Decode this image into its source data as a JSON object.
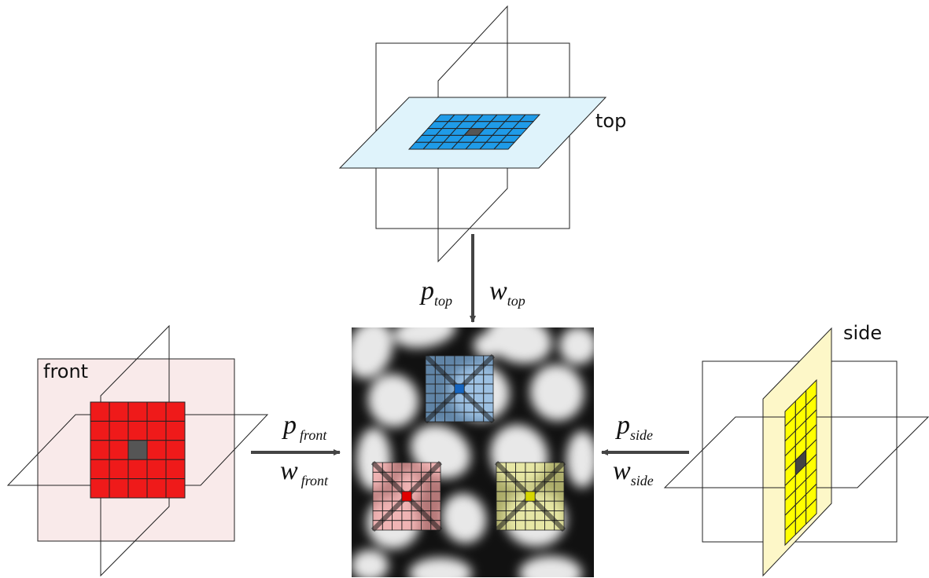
{
  "views": {
    "top": {
      "label": "top",
      "grid_color": "#1f9be8",
      "plane_color": "#dff3fb",
      "center_color": "#555555"
    },
    "front": {
      "label": "front",
      "grid_color": "#ef1a1a",
      "plane_color": "#f9eaea",
      "center_color": "#555555"
    },
    "side": {
      "label": "side",
      "grid_color": "#ffff00",
      "plane_color": "#fdf7c8",
      "center_color": "#444444"
    }
  },
  "inputs": {
    "top": {
      "p": "p",
      "p_sub": "top",
      "w": "w",
      "w_sub": "top"
    },
    "front": {
      "p": "p",
      "p_sub": "front",
      "w": "w",
      "w_sub": "front"
    },
    "side": {
      "p": "p",
      "p_sub": "side",
      "w": "w",
      "w_sub": "side"
    }
  },
  "patches": {
    "top": {
      "tint": "#7fb2e0",
      "center": "#1565c0"
    },
    "front": {
      "tint": "#f3a0a0",
      "center": "#e00000"
    },
    "side": {
      "tint": "#e6e68a",
      "center": "#d6d600"
    }
  }
}
